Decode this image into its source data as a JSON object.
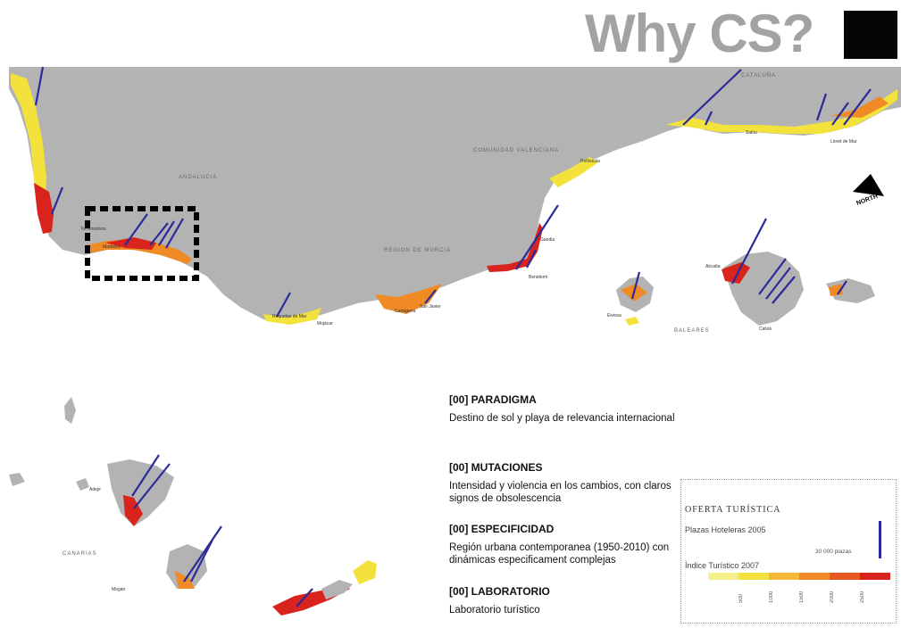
{
  "header": {
    "title": "Why CS?"
  },
  "regions": [
    "ANDALUCIA",
    "COMUNIDAD VALENCIANA",
    "REGION DE MURCIA",
    "CATALUÑA",
    "BALEARES",
    "CANARIAS"
  ],
  "places": {
    "benidorm": "Benidorm",
    "cartagena": "Cartagena",
    "marbella": "Marbella",
    "roquetas": "Roquetas de Mar",
    "salou": "Salou",
    "lloret": "Lloret de Mar",
    "calvia": "Calvià",
    "alcudia": "Alcudia",
    "ibiza": "Eivissa",
    "mogan": "Mogán",
    "adeje": "Adeje",
    "torremolinos": "Torremolinos",
    "manga": "San Javier",
    "gandia": "Gandia",
    "peniscola": "Peñíscola",
    "mojacar": "Mojácar"
  },
  "sections": [
    {
      "heading": "[00] PARADIGMA",
      "body": "Destino de sol y playa de relevancia internacional"
    },
    {
      "heading": "[00] MUTACIONES",
      "body": "Intensidad y violencia en los cambios,  con claros signos de obsolescencia"
    },
    {
      "heading": "[00] ESPECIFICIDAD",
      "body": "Región urbana contemporanea  (1950-2010) con dinámicas  especificament  complejas"
    },
    {
      "heading": "[00] LABORATORIO",
      "body": "Laboratorio turístico"
    }
  ],
  "legend": {
    "title": "OFERTA TURÍSTICA",
    "plazas": "Plazas Hoteleras 2005",
    "plazas_value": "30 000 plazas",
    "indice": "Índice Turístico 2007",
    "ticks": [
      "500",
      "1000",
      "1500",
      "2000",
      "2500"
    ]
  },
  "compass": {
    "label": "NORTH"
  },
  "colors": {
    "land": "#b3b3b3",
    "yellow": "#f3e23b",
    "orange": "#f08a24",
    "red": "#d8241c",
    "bar": "#2a2a9a",
    "highlight_box": "#000000"
  }
}
